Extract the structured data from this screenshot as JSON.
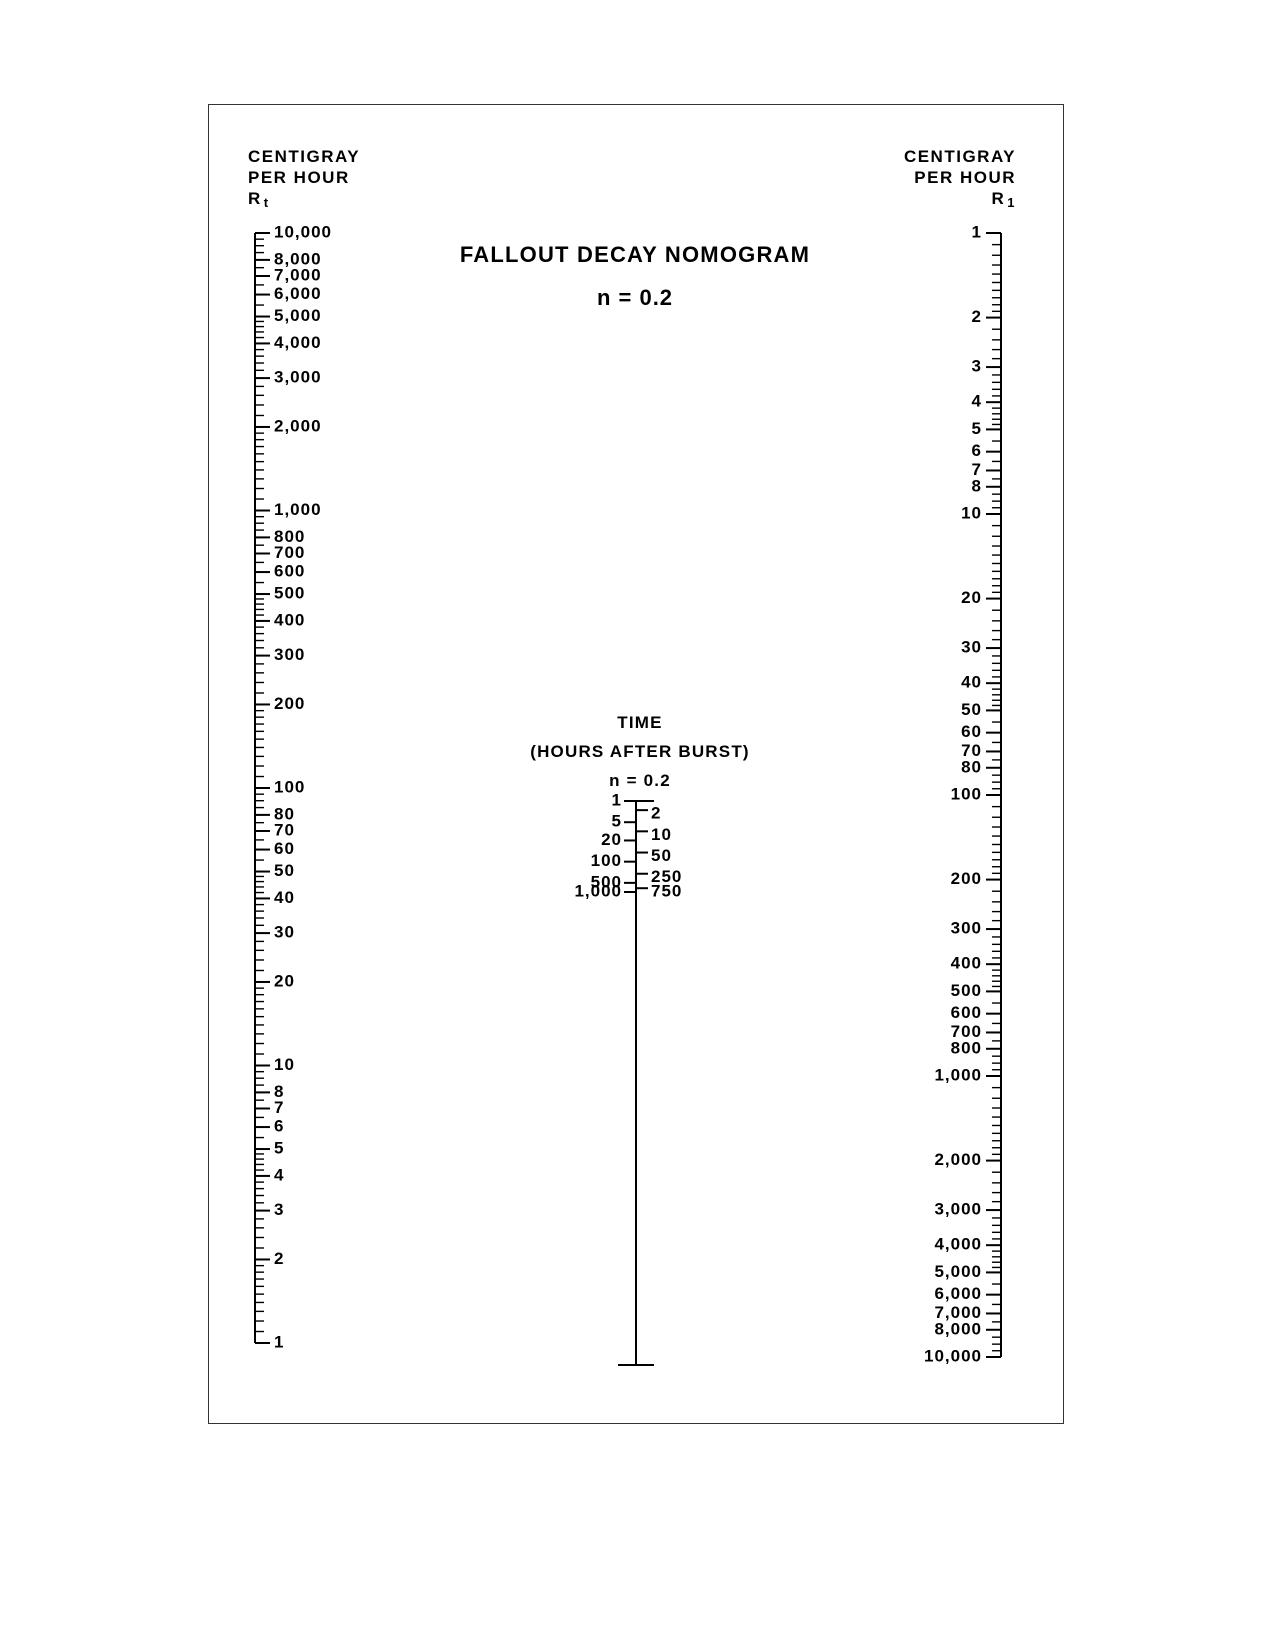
{
  "title": "FALLOUT DECAY NOMOGRAM",
  "subtitle": "n = 0.2",
  "left_scale": {
    "header": [
      "CENTIGRAY",
      "PER HOUR"
    ],
    "symbol": "R",
    "symbol_sub": "t",
    "min": 1,
    "max": 10000,
    "labels": [
      "10,000",
      "8,000",
      "7,000",
      "6,000",
      "5,000",
      "4,000",
      "3,000",
      "2,000",
      "1,000",
      "800",
      "700",
      "600",
      "500",
      "400",
      "300",
      "200",
      "100",
      "80",
      "70",
      "60",
      "50",
      "40",
      "30",
      "20",
      "10",
      "8",
      "7",
      "6",
      "5",
      "4",
      "3",
      "2",
      "1"
    ],
    "values": [
      10000,
      8000,
      7000,
      6000,
      5000,
      4000,
      3000,
      2000,
      1000,
      800,
      700,
      600,
      500,
      400,
      300,
      200,
      100,
      80,
      70,
      60,
      50,
      40,
      30,
      20,
      10,
      8,
      7,
      6,
      5,
      4,
      3,
      2,
      1
    ]
  },
  "right_scale": {
    "header": [
      "CENTIGRAY",
      "PER HOUR"
    ],
    "symbol": "R",
    "symbol_sub": "1",
    "min": 1,
    "max": 10000,
    "labels": [
      "1",
      "2",
      "3",
      "4",
      "5",
      "6",
      "7",
      "8",
      "10",
      "20",
      "30",
      "40",
      "50",
      "60",
      "70",
      "80",
      "100",
      "200",
      "300",
      "400",
      "500",
      "600",
      "700",
      "800",
      "1,000",
      "2,000",
      "3,000",
      "4,000",
      "5,000",
      "6,000",
      "7,000",
      "8,000",
      "10,000"
    ],
    "values": [
      1,
      2,
      3,
      4,
      5,
      6,
      7,
      8,
      10,
      20,
      30,
      40,
      50,
      60,
      70,
      80,
      100,
      200,
      300,
      400,
      500,
      600,
      700,
      800,
      1000,
      2000,
      3000,
      4000,
      5000,
      6000,
      7000,
      8000,
      10000
    ]
  },
  "time_scale": {
    "title": "TIME",
    "units": "(HOURS AFTER BURST)",
    "n_label": "n = 0.2",
    "left_labels": [
      "1",
      "5",
      "20",
      "100",
      "500",
      "1,000"
    ],
    "left_values": [
      1,
      5,
      20,
      100,
      500,
      1000
    ],
    "right_labels": [
      "2",
      "10",
      "50",
      "250",
      "750"
    ],
    "right_values": [
      2,
      10,
      50,
      250,
      750
    ]
  }
}
